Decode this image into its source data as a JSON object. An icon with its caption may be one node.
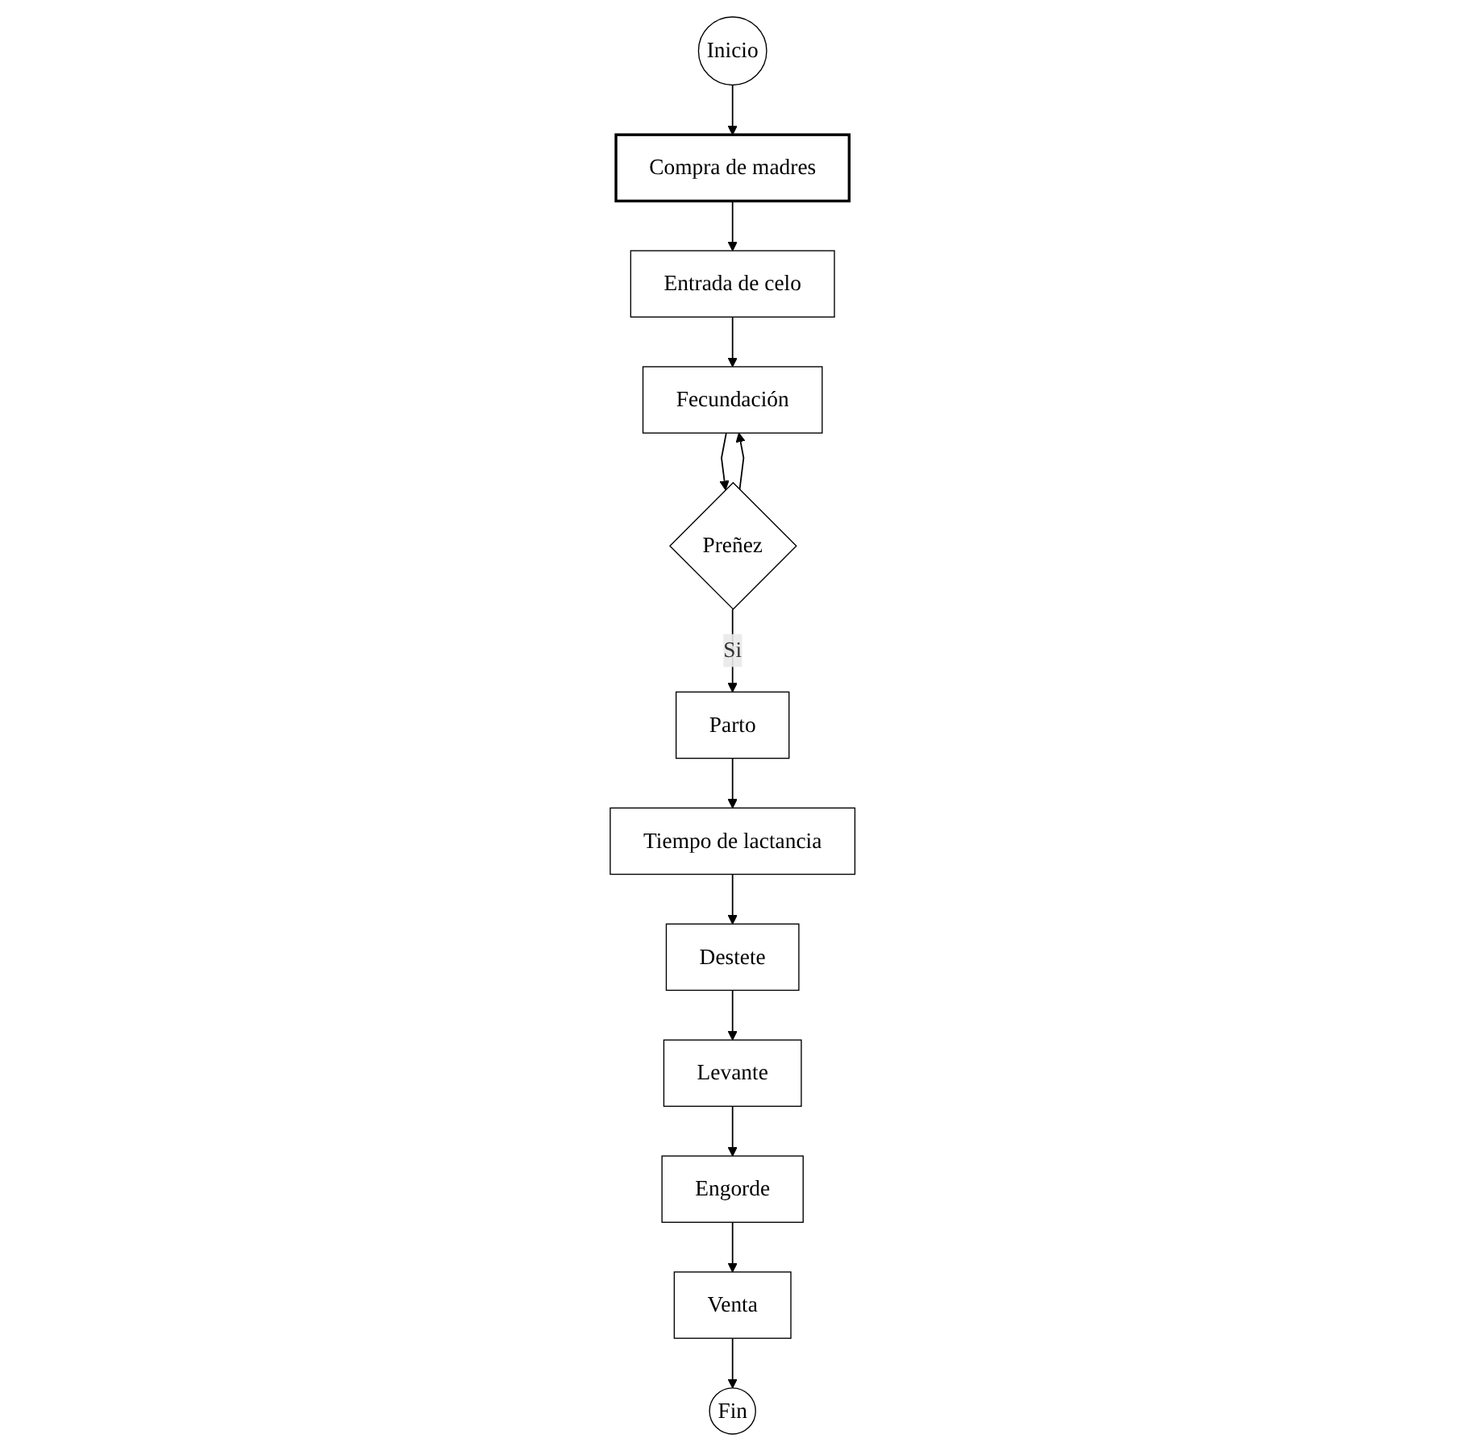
{
  "diagram": {
    "nodes": [
      {
        "text": [
          "Inicio"
        ]
      },
      {
        "text": [
          "Compra de madres"
        ]
      },
      {
        "text": [
          "Entrada de celo"
        ]
      },
      {
        "text": [
          "Fecundación"
        ]
      },
      {
        "text": [
          "Preñez"
        ]
      },
      {
        "text": [
          "Parto"
        ]
      },
      {
        "text": [
          "Tiempo de lactancia"
        ]
      },
      {
        "text": [
          "Destete"
        ]
      },
      {
        "text": [
          "Levante"
        ]
      },
      {
        "text": [
          "Engorde"
        ]
      },
      {
        "text": [
          "Venta"
        ]
      },
      {
        "text": [
          "Fin"
        ]
      }
    ],
    "edges": [
      {
        "from": 0,
        "to": 1,
        "arrow": "to"
      },
      {
        "from": 1,
        "to": 2,
        "arrow": "to"
      },
      {
        "from": 2,
        "to": 3,
        "arrow": "to"
      },
      {
        "from": 3,
        "to": 4,
        "arrow": "to"
      },
      {
        "from": 4,
        "to": 3,
        "arrow": "to"
      },
      {
        "from": 4,
        "to": 5,
        "label": "Si",
        "arrow": "to"
      },
      {
        "from": 5,
        "to": 6,
        "arrow": "to"
      },
      {
        "from": 6,
        "to": 7,
        "arrow": "to"
      },
      {
        "from": 7,
        "to": 8,
        "arrow": "to"
      },
      {
        "from": 8,
        "to": 9,
        "arrow": "to"
      },
      {
        "from": 9,
        "to": 10,
        "arrow": "to"
      },
      {
        "from": 10,
        "to": 11,
        "arrow": "to"
      }
    ]
  }
}
